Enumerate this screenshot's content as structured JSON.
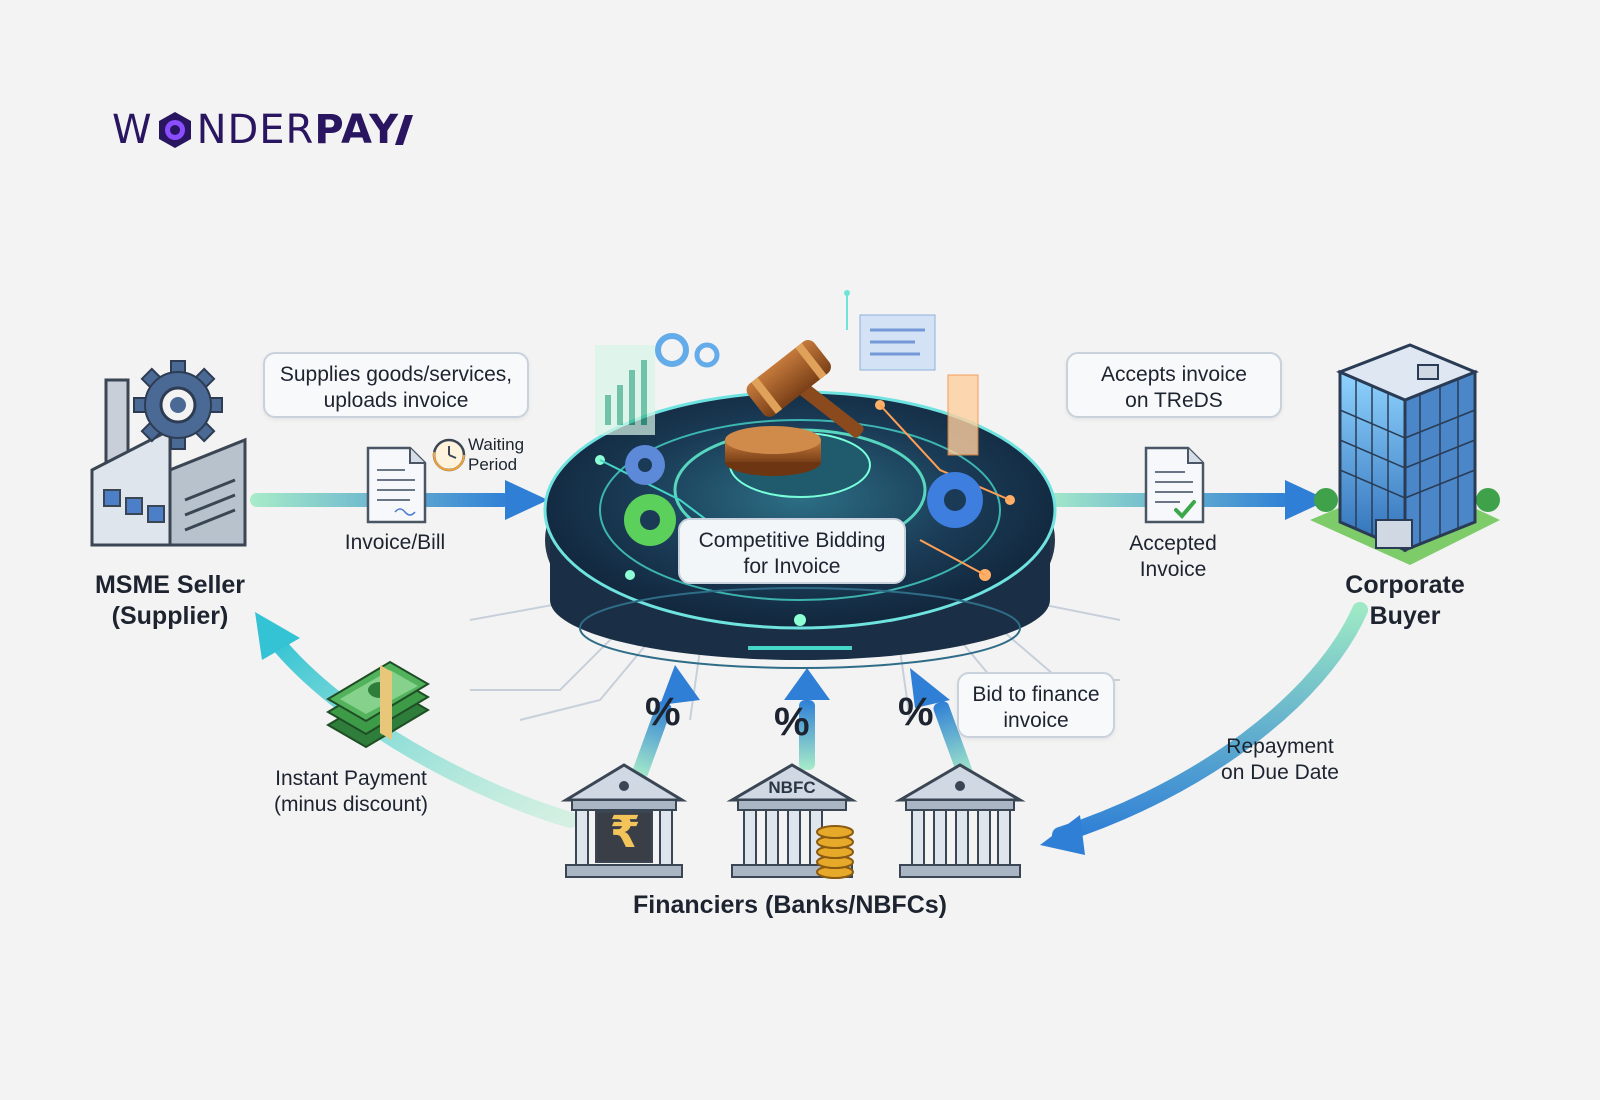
{
  "logo": {
    "brand_start": "W",
    "brand_middle": "NDER",
    "brand_end": "PAY"
  },
  "nodes": {
    "seller": "MSME Seller\n(Supplier)",
    "buyer": "Corporate\nBuyer",
    "financiers": "Financiers (Banks/NBFCs)",
    "platform": "Competitive Bidding\nfor Invoice"
  },
  "callouts": {
    "supplies": "Supplies goods/services,\nuploads invoice",
    "accepts": "Accepts invoice\non TReDS",
    "bid": "Bid to finance\ninvoice"
  },
  "flow_labels": {
    "invoice_bill": "Invoice/Bill",
    "waiting_period": "Waiting\nPeriod",
    "accepted_invoice": "Accepted\nInvoice",
    "instant_payment": "Instant Payment\n(minus discount)",
    "repayment": "Repayment\non Due Date"
  },
  "icons": {
    "percent": "%",
    "nbfc": "NBFC",
    "rupee": "₹"
  },
  "colors": {
    "brand": "#2a1660",
    "brand_accent": "#6d3ce0",
    "flow_green": "#7fe0b0",
    "flow_blue": "#2f7fd6",
    "platform_glow": "#46d6c8"
  }
}
